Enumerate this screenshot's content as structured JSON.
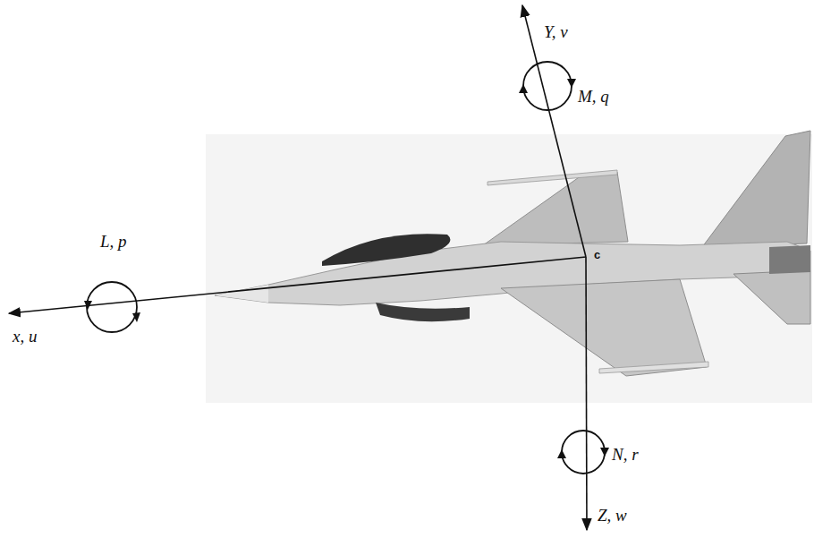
{
  "diagram": {
    "labels": [
      "L, p",
      "x, u",
      "Y, v",
      "M, q",
      "c",
      "N, r",
      "Z, w"
    ]
  }
}
